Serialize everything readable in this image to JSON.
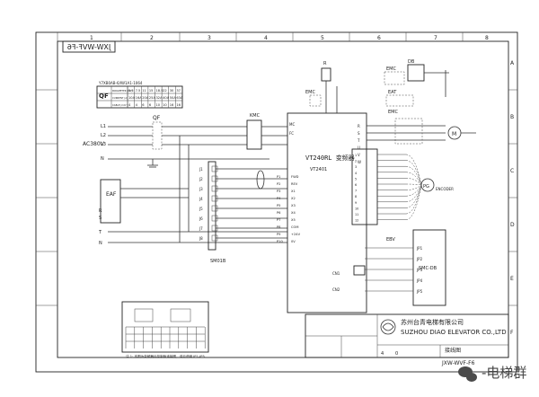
{
  "sheet": {
    "mirror_title": "JXW-WVF-F6",
    "col_numbers": [
      "1",
      "2",
      "3",
      "4",
      "5",
      "6",
      "7",
      "8"
    ],
    "row_letters": [
      "A",
      "B",
      "C",
      "D",
      "E",
      "F"
    ]
  },
  "power_table": {
    "caption": "Y7XB0AB-6/IW1A1-1064",
    "qf_label": "QF",
    "row1": [
      "5.5",
      "7.5",
      "11",
      "15",
      "18.5",
      "22",
      "30",
      "37"
    ],
    "row2": [
      "10A",
      "16A",
      "20A",
      "25A",
      "32A",
      "40A",
      "50A",
      "63A"
    ],
    "row3": [
      "4",
      "4",
      "6",
      "6",
      "10",
      "10",
      "16",
      "16"
    ],
    "row1_head": "PARAMETER (kW)",
    "row2_head": "CURRENT (A)",
    "row3_head": "CABLE (mm²)"
  },
  "input": {
    "supply_label": "AC380V",
    "terminals": [
      "L1",
      "L2",
      "L3",
      "N"
    ],
    "breaker_label": "QF",
    "contactor_labels": [
      "KMC",
      "EAF"
    ],
    "lower_terminals": [
      "R",
      "S",
      "T",
      "N"
    ]
  },
  "inverter": {
    "title": "VT240RL 变频器",
    "model": "VT2401",
    "left_pins": [
      "P1",
      "P2",
      "P3",
      "P4",
      "P5",
      "P6",
      "P7",
      "P8",
      "P9",
      "P10"
    ],
    "left_pin_labels": [
      "FWD",
      "REV",
      "X1",
      "X2",
      "X3",
      "X4",
      "X5",
      "COM",
      "+24V",
      "0V"
    ],
    "right_pins": [
      "R",
      "S",
      "T",
      "U",
      "V",
      "W"
    ],
    "main_labels": [
      "MC",
      "FC"
    ]
  },
  "motor": {
    "label": "M",
    "contactor_labels": [
      "EMC",
      "EAT",
      "EMC"
    ],
    "top_label": "DB",
    "resistor_label": "R"
  },
  "encoder": {
    "label": "ENCODER",
    "symbol": "PG",
    "pins": [
      "1",
      "2",
      "3",
      "4",
      "5",
      "6",
      "7",
      "8",
      "9",
      "10",
      "11",
      "12"
    ]
  },
  "control_board": {
    "label": "SMC-DB",
    "top_label": "EBV",
    "pins": [
      "JP1",
      "JP2",
      "JP3",
      "JP4",
      "JP5"
    ],
    "side_labels": [
      "CN1",
      "CN2"
    ]
  },
  "relay_block": {
    "label": "SM01B",
    "terminals": [
      "J1",
      "J2",
      "J3",
      "J4",
      "J5",
      "J6",
      "J7",
      "J8"
    ]
  },
  "title_block": {
    "company_cn": "苏州台青电梯有限公司",
    "company_en": "SUZHOU DIAO ELEVATOR CO.,LTD",
    "drawing_cn": "接线图",
    "drawing_no": "JXW-WVF-F6",
    "sheet": "4",
    "rev": "0"
  },
  "footer_note": "注 1: 本图为变频器与控制柜连接图，详见说明 JP1-JP5.",
  "watermark": "-电梯群",
  "colors": {
    "line": "#333333",
    "paper": "#ffffff",
    "wm_icon": "#4a4a4a"
  },
  "icons": [
    "wechat-icon",
    "company-logo-icon",
    "motor-icon",
    "encoder-icon"
  ]
}
